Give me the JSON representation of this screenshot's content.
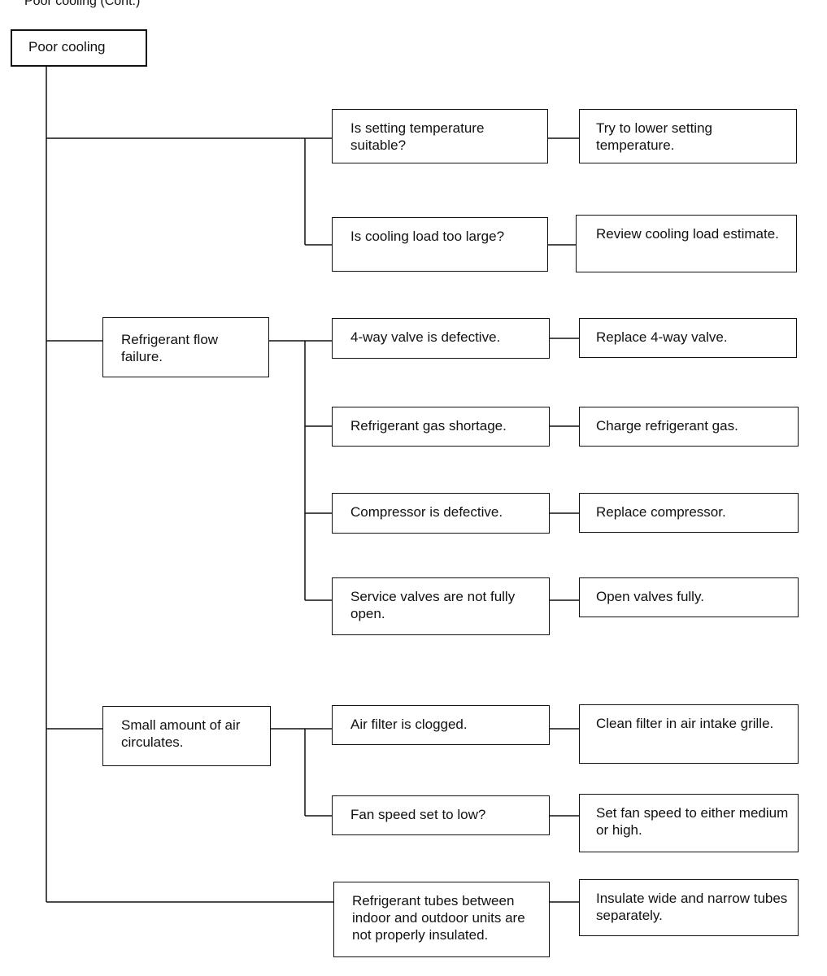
{
  "header": {
    "text": "Poor cooling (Cont.)"
  },
  "root": {
    "label": "Poor cooling"
  },
  "causes": {
    "refrigerant_flow": "Refrigerant flow failure.",
    "air_circulation": "Small amount of air circulates."
  },
  "checks": {
    "setting_temp": "Is setting temperature suitable?",
    "cooling_load": "Is cooling load too large?",
    "four_way_valve": "4-way valve is defective.",
    "gas_shortage": "Refrigerant gas shortage.",
    "compressor": "Compressor is defective.",
    "service_valves": "Service valves are not fully open.",
    "air_filter": "Air filter is clogged.",
    "fan_speed": "Fan speed set to low?",
    "tubes": "Refrigerant tubes between indoor and outdoor units are not properly insulated."
  },
  "actions": {
    "setting_temp": "Try to lower setting temperature.",
    "cooling_load": "Review cooling load estimate.",
    "four_way_valve": "Replace 4-way valve.",
    "gas_shortage": "Charge refrigerant gas.",
    "compressor": "Replace compressor.",
    "service_valves": "Open valves fully.",
    "air_filter": "Clean filter in air intake grille.",
    "fan_speed": "Set fan speed to either medium or high.",
    "tubes": "Insulate wide and narrow tubes separately."
  }
}
